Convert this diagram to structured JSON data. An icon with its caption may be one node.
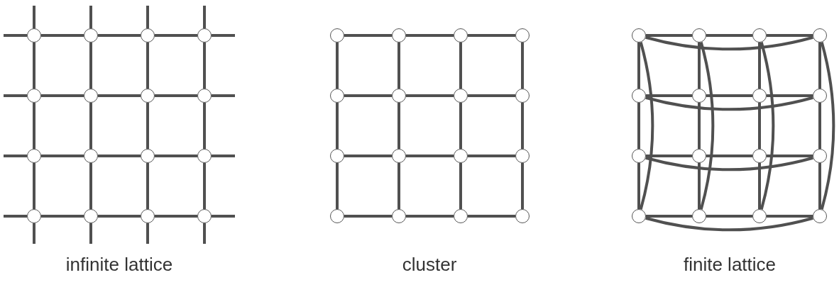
{
  "diagram": {
    "nodes": [
      {
        "text": [],
        "shape": "circle"
      },
      {
        "text": [],
        "shape": "circle"
      },
      {
        "text": [],
        "shape": "circle"
      },
      {
        "text": [],
        "shape": "circle"
      },
      {
        "text": [],
        "shape": "circle"
      },
      {
        "text": [],
        "shape": "circle"
      },
      {
        "text": [],
        "shape": "circle"
      },
      {
        "text": [],
        "shape": "circle"
      },
      {
        "text": [],
        "shape": "circle"
      },
      {
        "text": [],
        "shape": "circle"
      },
      {
        "text": [],
        "shape": "circle"
      },
      {
        "text": [],
        "shape": "circle"
      },
      {
        "text": [],
        "shape": "circle"
      },
      {
        "text": [],
        "shape": "circle"
      },
      {
        "text": [],
        "shape": "circle"
      },
      {
        "text": [],
        "shape": "circle"
      },
      {
        "text": [],
        "shape": "circle"
      },
      {
        "text": [],
        "shape": "circle"
      },
      {
        "text": [],
        "shape": "circle"
      },
      {
        "text": [],
        "shape": "circle"
      },
      {
        "text": [],
        "shape": "circle"
      },
      {
        "text": [],
        "shape": "circle"
      },
      {
        "text": [],
        "shape": "circle"
      },
      {
        "text": [],
        "shape": "circle"
      },
      {
        "text": [],
        "shape": "circle"
      },
      {
        "text": [],
        "shape": "circle"
      },
      {
        "text": [],
        "shape": "circle"
      },
      {
        "text": [],
        "shape": "circle"
      },
      {
        "text": [],
        "shape": "circle"
      },
      {
        "text": [],
        "shape": "circle"
      },
      {
        "text": [],
        "shape": "circle"
      },
      {
        "text": [],
        "shape": "circle"
      },
      {
        "text": [],
        "shape": "circle"
      },
      {
        "text": [],
        "shape": "circle"
      },
      {
        "text": [],
        "shape": "circle"
      },
      {
        "text": [],
        "shape": "circle"
      },
      {
        "text": [],
        "shape": "circle"
      },
      {
        "text": [],
        "shape": "circle"
      },
      {
        "text": [],
        "shape": "circle"
      },
      {
        "text": [],
        "shape": "circle"
      },
      {
        "text": [],
        "shape": "circle"
      },
      {
        "text": [],
        "shape": "circle"
      },
      {
        "text": [],
        "shape": "circle"
      },
      {
        "text": [],
        "shape": "circle"
      },
      {
        "text": [],
        "shape": "circle"
      },
      {
        "text": [],
        "shape": "circle"
      },
      {
        "text": [],
        "shape": "circle"
      },
      {
        "text": [],
        "shape": "circle"
      }
    ],
    "edges": [
      {
        "from": 0,
        "to": 1,
        "arrow": "none"
      },
      {
        "from": 1,
        "to": 2,
        "arrow": "none"
      },
      {
        "from": 2,
        "to": 3,
        "arrow": "none"
      },
      {
        "from": 4,
        "to": 5,
        "arrow": "none"
      },
      {
        "from": 5,
        "to": 6,
        "arrow": "none"
      },
      {
        "from": 6,
        "to": 7,
        "arrow": "none"
      },
      {
        "from": 8,
        "to": 9,
        "arrow": "none"
      },
      {
        "from": 9,
        "to": 10,
        "arrow": "none"
      },
      {
        "from": 10,
        "to": 11,
        "arrow": "none"
      },
      {
        "from": 12,
        "to": 13,
        "arrow": "none"
      },
      {
        "from": 13,
        "to": 14,
        "arrow": "none"
      },
      {
        "from": 14,
        "to": 15,
        "arrow": "none"
      },
      {
        "from": 0,
        "to": 4,
        "arrow": "none"
      },
      {
        "from": 1,
        "to": 5,
        "arrow": "none"
      },
      {
        "from": 2,
        "to": 6,
        "arrow": "none"
      },
      {
        "from": 3,
        "to": 7,
        "arrow": "none"
      },
      {
        "from": 4,
        "to": 8,
        "arrow": "none"
      },
      {
        "from": 5,
        "to": 9,
        "arrow": "none"
      },
      {
        "from": 6,
        "to": 10,
        "arrow": "none"
      },
      {
        "from": 7,
        "to": 11,
        "arrow": "none"
      },
      {
        "from": 8,
        "to": 12,
        "arrow": "none"
      },
      {
        "from": 9,
        "to": 13,
        "arrow": "none"
      },
      {
        "from": 10,
        "to": 14,
        "arrow": "none"
      },
      {
        "from": 11,
        "to": 15,
        "arrow": "none"
      },
      {
        "from": null,
        "to": 0,
        "arrow": "none"
      },
      {
        "from": 3,
        "to": null,
        "arrow": "none"
      },
      {
        "from": null,
        "to": 4,
        "arrow": "none"
      },
      {
        "from": 7,
        "to": null,
        "arrow": "none"
      },
      {
        "from": null,
        "to": 8,
        "arrow": "none"
      },
      {
        "from": 11,
        "to": null,
        "arrow": "none"
      },
      {
        "from": null,
        "to": 12,
        "arrow": "none"
      },
      {
        "from": 15,
        "to": null,
        "arrow": "none"
      },
      {
        "from": null,
        "to": 0,
        "arrow": "none"
      },
      {
        "from": 12,
        "to": null,
        "arrow": "none"
      },
      {
        "from": null,
        "to": 1,
        "arrow": "none"
      },
      {
        "from": 13,
        "to": null,
        "arrow": "none"
      },
      {
        "from": null,
        "to": 2,
        "arrow": "none"
      },
      {
        "from": 14,
        "to": null,
        "arrow": "none"
      },
      {
        "from": null,
        "to": 3,
        "arrow": "none"
      },
      {
        "from": 15,
        "to": null,
        "arrow": "none"
      },
      {
        "from": 16,
        "to": 17,
        "arrow": "none"
      },
      {
        "from": 17,
        "to": 18,
        "arrow": "none"
      },
      {
        "from": 18,
        "to": 19,
        "arrow": "none"
      },
      {
        "from": 20,
        "to": 21,
        "arrow": "none"
      },
      {
        "from": 21,
        "to": 22,
        "arrow": "none"
      },
      {
        "from": 22,
        "to": 23,
        "arrow": "none"
      },
      {
        "from": 24,
        "to": 25,
        "arrow": "none"
      },
      {
        "from": 25,
        "to": 26,
        "arrow": "none"
      },
      {
        "from": 26,
        "to": 27,
        "arrow": "none"
      },
      {
        "from": 28,
        "to": 29,
        "arrow": "none"
      },
      {
        "from": 29,
        "to": 30,
        "arrow": "none"
      },
      {
        "from": 30,
        "to": 31,
        "arrow": "none"
      },
      {
        "from": 16,
        "to": 20,
        "arrow": "none"
      },
      {
        "from": 17,
        "to": 21,
        "arrow": "none"
      },
      {
        "from": 18,
        "to": 22,
        "arrow": "none"
      },
      {
        "from": 19,
        "to": 23,
        "arrow": "none"
      },
      {
        "from": 20,
        "to": 24,
        "arrow": "none"
      },
      {
        "from": 21,
        "to": 25,
        "arrow": "none"
      },
      {
        "from": 22,
        "to": 26,
        "arrow": "none"
      },
      {
        "from": 23,
        "to": 27,
        "arrow": "none"
      },
      {
        "from": 24,
        "to": 28,
        "arrow": "none"
      },
      {
        "from": 25,
        "to": 29,
        "arrow": "none"
      },
      {
        "from": 26,
        "to": 30,
        "arrow": "none"
      },
      {
        "from": 27,
        "to": 31,
        "arrow": "none"
      },
      {
        "from": 32,
        "to": 33,
        "arrow": "none"
      },
      {
        "from": 33,
        "to": 34,
        "arrow": "none"
      },
      {
        "from": 34,
        "to": 35,
        "arrow": "none"
      },
      {
        "from": 36,
        "to": 37,
        "arrow": "none"
      },
      {
        "from": 37,
        "to": 38,
        "arrow": "none"
      },
      {
        "from": 38,
        "to": 39,
        "arrow": "none"
      },
      {
        "from": 40,
        "to": 41,
        "arrow": "none"
      },
      {
        "from": 41,
        "to": 42,
        "arrow": "none"
      },
      {
        "from": 42,
        "to": 43,
        "arrow": "none"
      },
      {
        "from": 44,
        "to": 45,
        "arrow": "none"
      },
      {
        "from": 45,
        "to": 46,
        "arrow": "none"
      },
      {
        "from": 46,
        "to": 47,
        "arrow": "none"
      },
      {
        "from": 32,
        "to": 36,
        "arrow": "none"
      },
      {
        "from": 33,
        "to": 37,
        "arrow": "none"
      },
      {
        "from": 34,
        "to": 38,
        "arrow": "none"
      },
      {
        "from": 35,
        "to": 39,
        "arrow": "none"
      },
      {
        "from": 36,
        "to": 40,
        "arrow": "none"
      },
      {
        "from": 37,
        "to": 41,
        "arrow": "none"
      },
      {
        "from": 38,
        "to": 42,
        "arrow": "none"
      },
      {
        "from": 39,
        "to": 43,
        "arrow": "none"
      },
      {
        "from": 40,
        "to": 44,
        "arrow": "none"
      },
      {
        "from": 41,
        "to": 45,
        "arrow": "none"
      },
      {
        "from": 42,
        "to": 46,
        "arrow": "none"
      },
      {
        "from": 43,
        "to": 47,
        "arrow": "none"
      },
      {
        "from": 32,
        "to": 35,
        "arrow": "none"
      },
      {
        "from": 36,
        "to": 39,
        "arrow": "none"
      },
      {
        "from": 40,
        "to": 43,
        "arrow": "none"
      },
      {
        "from": 44,
        "to": 47,
        "arrow": "none"
      },
      {
        "from": 32,
        "to": 44,
        "arrow": "none"
      },
      {
        "from": 33,
        "to": 45,
        "arrow": "none"
      },
      {
        "from": 34,
        "to": 46,
        "arrow": "none"
      },
      {
        "from": 35,
        "to": 47,
        "arrow": "none"
      }
    ],
    "labels": [
      "infinite lattice",
      "cluster",
      "finite lattice"
    ]
  }
}
